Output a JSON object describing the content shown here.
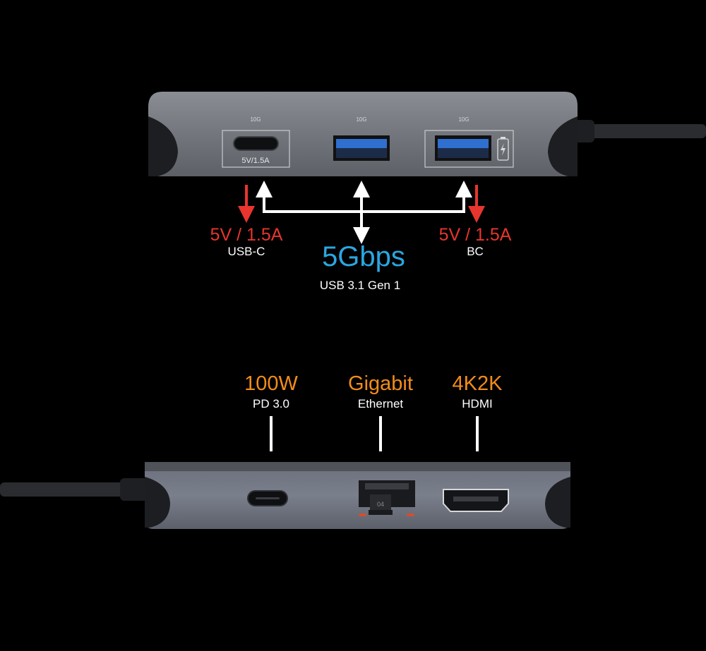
{
  "top_hub": {
    "port_speed_labels": [
      "10G",
      "10G",
      "10G"
    ],
    "usbc_port_marking": "5V/1.5A",
    "left_callout": {
      "value": "5V / 1.5A",
      "label": "USB-C"
    },
    "center_callout": {
      "value": "5Gbps",
      "label": "USB 3.1 Gen 1"
    },
    "right_callout": {
      "value": "5V / 1.5A",
      "label": "BC"
    }
  },
  "bottom_hub": {
    "pd": {
      "value": "100W",
      "label": "PD 3.0"
    },
    "ethernet": {
      "value": "Gigabit",
      "label": "Ethernet",
      "port_marking": "04"
    },
    "hdmi": {
      "value": "4K2K",
      "label": "HDMI"
    }
  },
  "colors": {
    "power": "#e8352e",
    "speed": "#2aa7e1",
    "feature": "#f28c1a",
    "body": "#7b7e85"
  }
}
